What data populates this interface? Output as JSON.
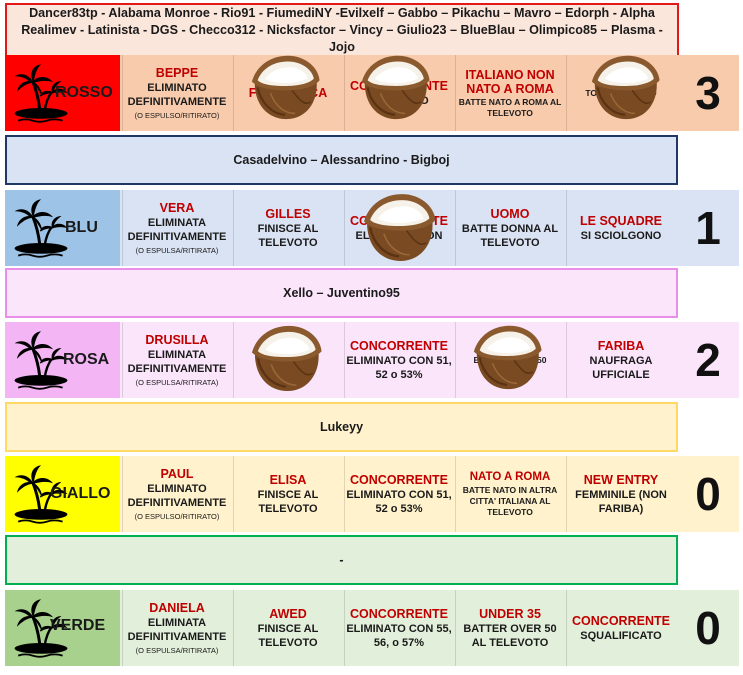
{
  "top_players": "Dancer83tp - Alabama Monroe - Rio91 - FiumediNY -Evilxelf – Gabbo – Pikachu – Mavro – Edorph - Alpha Realimev - Latinista - DGS - Checco312 - Nicksfactor – Vincy – Giulio23 – BlueBlau – Olimpico85 – Plasma - Jojo",
  "colors": {
    "rosso": "#ff0000",
    "rosso_light": "#f8cbad",
    "blu": "#9dc3e6",
    "blu_light": "#dae3f3",
    "blu_border": "#1f3864",
    "rosa": "#f3b5f3",
    "rosa_light": "#fbe5fb",
    "rosa_border": "#e98ee9",
    "giallo": "#ffff00",
    "giallo_light": "#fff2cc",
    "giallo_border": "#ffd966",
    "verde": "#a9d18e",
    "verde_light": "#e2efda",
    "verde_border": "#00b050"
  },
  "teams": [
    {
      "name": "ROSSO",
      "score": "3",
      "cells": [
        {
          "title": "BEPPE",
          "desc": "ELIMINATO DEFINITIVAMENTE",
          "note": "(O ESPULSO/RITIRATO)"
        },
        {
          "title": "FRANCESCA",
          "desc": ""
        },
        {
          "title": "CONCORRENTE",
          "desc": "ELIMINATO"
        },
        {
          "title": "ITALIANO NON NATO A ROMA",
          "desc": "BATTE NATO A ROMA AL TELEVOTO"
        },
        {
          "title": "",
          "desc": "TORNA IN GIOCO"
        }
      ]
    },
    {
      "name": "BLU",
      "score": "1",
      "players": "Casadelvino – Alessandrino - Bigboj",
      "cells": [
        {
          "title": "VERA",
          "desc": "ELIMINATA DEFINITIVAMENTE",
          "note": "(O ESPULSA/RITIRATA)"
        },
        {
          "title": "GILLES",
          "desc": "FINISCE AL TELEVOTO"
        },
        {
          "title": "CONCORRENTE",
          "desc": "ELIMINATO CON"
        },
        {
          "title": "UOMO",
          "desc": "BATTE DONNA AL TELEVOTO"
        },
        {
          "title": "LE SQUADRE",
          "desc": "SI SCIOLGONO"
        }
      ]
    },
    {
      "name": "ROSA",
      "score": "2",
      "players": "Xello – Juventino95",
      "cells": [
        {
          "title": "DRUSILLA",
          "desc": "ELIMINATA DEFINITIVAMENTE",
          "note": "(O ESPULSA/RITIRATA)"
        },
        {
          "title": "",
          "desc": ""
        },
        {
          "title": "CONCORRENTE",
          "desc": "ELIMINATO CON 51, 52 o 53%"
        },
        {
          "title": "",
          "desc": "BATTE NATO A 50"
        },
        {
          "title": "FARIBA",
          "desc": "NAUFRAGA UFFICIALE"
        }
      ]
    },
    {
      "name": "GIALLO",
      "score": "0",
      "players": "Lukeyy",
      "cells": [
        {
          "title": "PAUL",
          "desc": "ELIMINATO DEFINITIVAMENTE",
          "note": "(O ESPULSO/RITIRATO)"
        },
        {
          "title": "ELISA",
          "desc": "FINISCE AL TELEVOTO"
        },
        {
          "title": "CONCORRENTE",
          "desc": "ELIMINATO CON 51, 52 o 53%"
        },
        {
          "title": "NATO A ROMA",
          "desc": "BATTE NATO IN ALTRA CITTA' ITALIANA AL TELEVOTO"
        },
        {
          "title": "NEW ENTRY",
          "desc": "FEMMINILE (NON FARIBA)"
        }
      ]
    },
    {
      "name": "VERDE",
      "score": "0",
      "players": "-",
      "cells": [
        {
          "title": "DANIELA",
          "desc": "ELIMINATA DEFINITIVAMENTE",
          "note": "(O ESPULSA/RITIRATA)"
        },
        {
          "title": "AWED",
          "desc": "FINISCE AL TELEVOTO"
        },
        {
          "title": "CONCORRENTE",
          "desc": "ELIMINATO CON 55, 56, o 57%"
        },
        {
          "title": "UNDER 35",
          "desc": "BATTER OVER 50 AL TELEVOTO"
        },
        {
          "title": "CONCORRENTE",
          "desc": "SQUALIFICATO"
        }
      ]
    }
  ]
}
